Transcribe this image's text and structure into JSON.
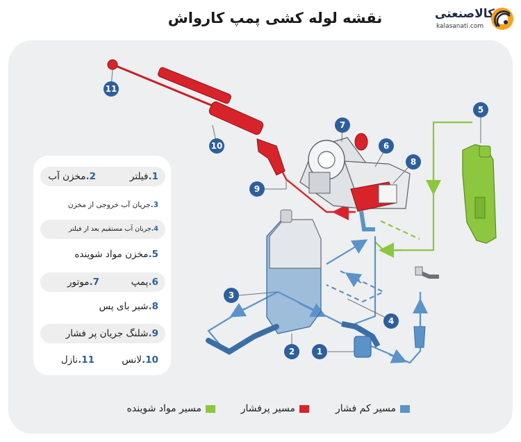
{
  "title": "نقشه لوله کشی پمپ کارواش",
  "brand": {
    "name": "کالاصنعتی",
    "url": "kalasanati.com"
  },
  "legend_items": [
    {
      "num": "1.",
      "label": "فیلتر"
    },
    {
      "num": "2.",
      "label": "مخزن آب"
    },
    {
      "num": "3.",
      "label": "جریان آب خروجی از مخزن"
    },
    {
      "num": "4.",
      "label": "جریان آب مستقیم بعد از فیلتر"
    },
    {
      "num": "5.",
      "label": "مخزن مواد شوینده"
    },
    {
      "num": "6.",
      "label": "پمپ"
    },
    {
      "num": "7.",
      "label": "موتور"
    },
    {
      "num": "8.",
      "label": "شیر بای پس"
    },
    {
      "num": "9.",
      "label": "شلنگ جریان پر فشار"
    },
    {
      "num": "10.",
      "label": "لانس"
    },
    {
      "num": "11.",
      "label": "نازل"
    }
  ],
  "callouts": [
    "1",
    "2",
    "3",
    "4",
    "5",
    "6",
    "7",
    "8",
    "9",
    "10",
    "11"
  ],
  "path_legend": [
    {
      "label": "مسیر کم فشار",
      "color": "#5b93c9"
    },
    {
      "label": "مسیر پرفشار",
      "color": "#d8232a"
    },
    {
      "label": "مسیر مواد شوینده",
      "color": "#8dc63f"
    }
  ],
  "colors": {
    "badge": "#2d5f9a",
    "low_pressure": "#5b93c9",
    "high_pressure": "#d8232a",
    "detergent": "#8dc63f"
  }
}
